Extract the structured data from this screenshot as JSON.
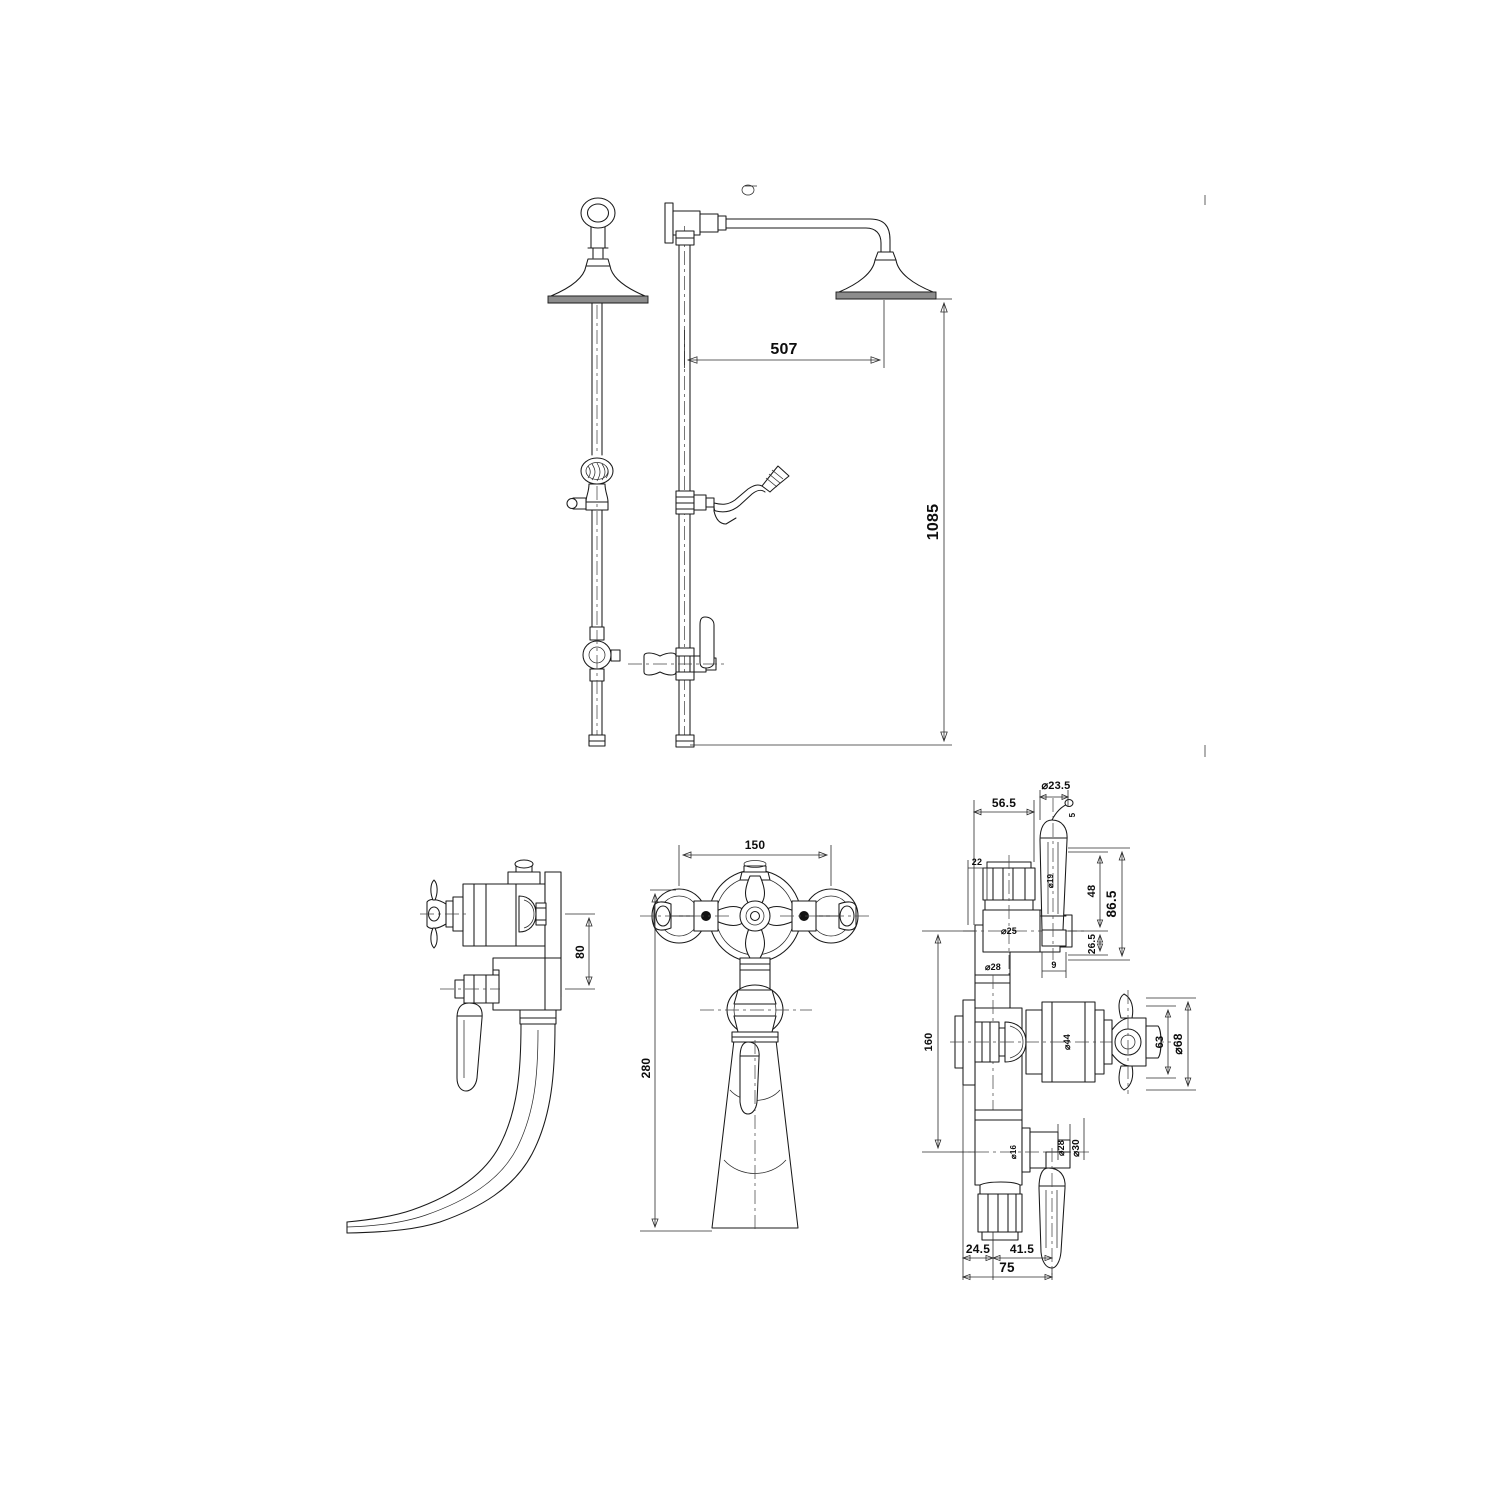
{
  "document": {
    "type": "technical-drawing",
    "subject": "Rigid riser shower kit and wall mounted bath filler dimensional drawing",
    "units": "mm",
    "background_color": "#ffffff",
    "line_color": "#1a1a1a"
  },
  "views": {
    "shower_riser": {
      "name": "Rigid riser shower assembly elevation",
      "left_elevation_label": "riser-rail-front-view",
      "right_elevation_label": "riser-rail-side-view",
      "components": [
        "ceiling-hook",
        "fixed-shower-head-200mm",
        "riser-rail",
        "diverter-body",
        "handset-holder",
        "handset",
        "shower-valve",
        "wall-bracket",
        "shower-arm"
      ]
    },
    "bath_filler_side": {
      "name": "Wall mounted bath filler side elevation",
      "components": [
        "cross-head-handle",
        "valve-body",
        "lever-handle",
        "swan-neck-spout"
      ]
    },
    "bath_filler_front": {
      "name": "Wall mounted bath filler front elevation",
      "components": [
        "cross-head-handles",
        "body-escutcheon",
        "spout"
      ]
    },
    "valve_detail": {
      "name": "Exposed thermostatic valve detail",
      "components": [
        "top-outlet",
        "top-lever-handle",
        "thermostatic-body",
        "cross-head-control",
        "bottom-outlet",
        "bottom-lever-handle"
      ]
    }
  },
  "dimensions": {
    "shower": [
      {
        "id": "dim-507",
        "value": "507",
        "orientation": "horizontal",
        "description": "Projection from riser centre to overhead shower head centre"
      },
      {
        "id": "dim-1085",
        "value": "1085",
        "orientation": "vertical",
        "description": "Height from valve centre to shower head face"
      }
    ],
    "bath_filler_side": [
      {
        "id": "dim-80",
        "value": "80",
        "orientation": "vertical",
        "description": "Centre of handle to centre of spout outlet"
      }
    ],
    "bath_filler_front": [
      {
        "id": "dim-150",
        "value": "150",
        "orientation": "horizontal",
        "description": "Handle centre to handle centre"
      },
      {
        "id": "dim-280",
        "value": "280",
        "orientation": "vertical",
        "description": "Overall height"
      }
    ],
    "valve_detail": [
      {
        "id": "dim-56-5",
        "value": "56.5",
        "orientation": "horizontal",
        "description": "Body face to handle centre"
      },
      {
        "id": "dim-d23-5",
        "value": "⌀23.5",
        "orientation": "horizontal",
        "description": "Handle diameter"
      },
      {
        "id": "dim-22",
        "value": "22",
        "orientation": "horizontal",
        "description": "Wall to outlet edge"
      },
      {
        "id": "dim-d25",
        "value": "⌀25",
        "orientation": "label",
        "description": "Outlet diameter"
      },
      {
        "id": "dim-d28-top",
        "value": "⌀28",
        "orientation": "label",
        "description": "Body connection diameter"
      },
      {
        "id": "dim-d19",
        "value": "⌀19",
        "orientation": "label",
        "description": "Handle stem diameter"
      },
      {
        "id": "dim-5",
        "value": "5",
        "orientation": "label",
        "description": "Handle tip detail"
      },
      {
        "id": "dim-48",
        "value": "48",
        "orientation": "vertical",
        "description": "Handle height above outlet centre"
      },
      {
        "id": "dim-26-5",
        "value": "26.5",
        "orientation": "vertical",
        "description": "Outlet centre to body face"
      },
      {
        "id": "dim-86-5",
        "value": "86.5",
        "orientation": "vertical",
        "description": "Overall top section height"
      },
      {
        "id": "dim-9",
        "value": "9",
        "orientation": "horizontal",
        "description": "Offset detail"
      },
      {
        "id": "dim-160",
        "value": "160",
        "orientation": "vertical",
        "description": "Top outlet centre to bottom outlet centre"
      },
      {
        "id": "dim-d44",
        "value": "⌀44",
        "orientation": "label",
        "description": "Thermostatic cartridge diameter"
      },
      {
        "id": "dim-63",
        "value": "63",
        "orientation": "vertical",
        "description": "Valve body height"
      },
      {
        "id": "dim-d68",
        "value": "⌀68",
        "orientation": "vertical",
        "description": "Control handle diameter"
      },
      {
        "id": "dim-d16",
        "value": "⌀16",
        "orientation": "label",
        "description": "Bottom outlet bore"
      },
      {
        "id": "dim-d28-bottom",
        "value": "⌀28",
        "orientation": "label",
        "description": "Bottom outlet diameter"
      },
      {
        "id": "dim-d30",
        "value": "⌀30",
        "orientation": "label",
        "description": "Bottom outlet flange diameter"
      },
      {
        "id": "dim-24-5",
        "value": "24.5",
        "orientation": "horizontal",
        "description": "Wall to body centre"
      },
      {
        "id": "dim-41-5",
        "value": "41.5",
        "orientation": "horizontal",
        "description": "Body centre to handle centre"
      },
      {
        "id": "dim-75",
        "value": "75",
        "orientation": "horizontal",
        "description": "Overall depth from wall"
      }
    ]
  }
}
